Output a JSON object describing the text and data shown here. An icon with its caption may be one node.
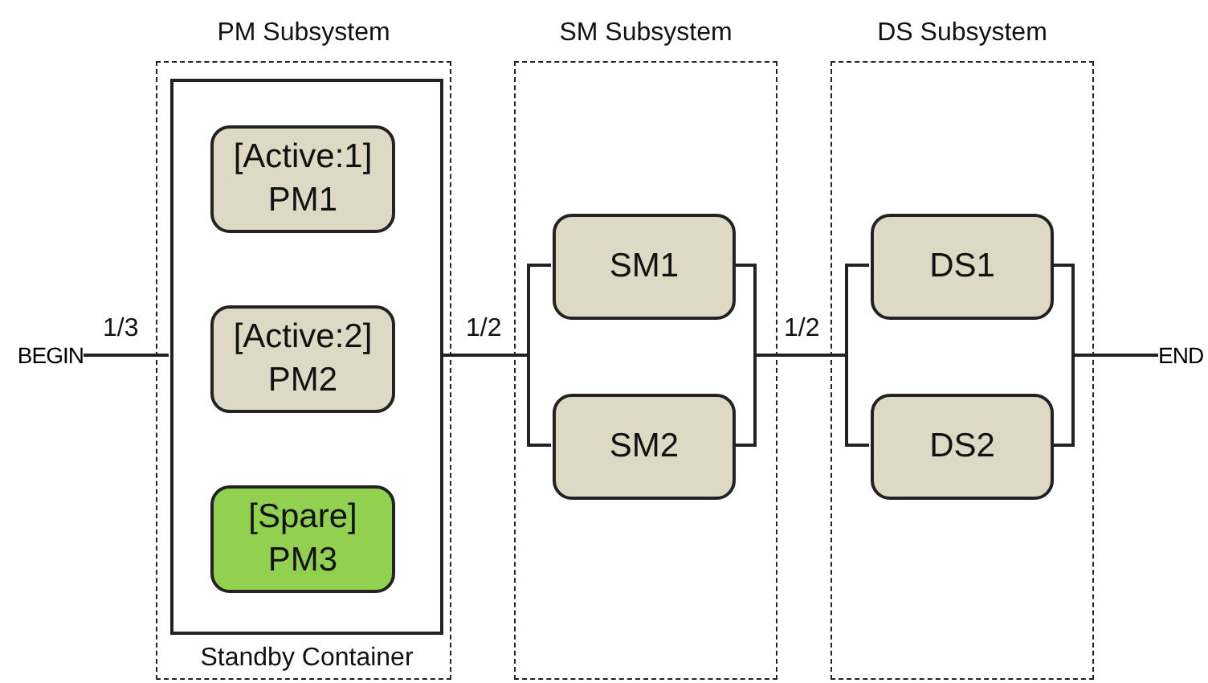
{
  "diagram": {
    "nodes": [
      {
        "text": [
          "BEGIN"
        ]
      },
      {
        "text": [
          "PM Subsystem"
        ]
      },
      {
        "text": [
          "Standby Container"
        ],
        "in": 1
      },
      {
        "text": [
          "[Active:1] PM1"
        ],
        "in": 2
      },
      {
        "text": [
          "[Active:2] PM2"
        ],
        "in": 2
      },
      {
        "text": [
          "[Spare] PM3"
        ],
        "in": 2
      },
      {
        "text": [
          "SM Subsystem"
        ]
      },
      {
        "text": [
          "SM1"
        ],
        "in": 6
      },
      {
        "text": [
          "SM2"
        ],
        "in": 6
      },
      {
        "text": [
          "DS Subsystem"
        ]
      },
      {
        "text": [
          "DS1"
        ],
        "in": 9
      },
      {
        "text": [
          "DS2"
        ],
        "in": 9
      },
      {
        "text": [
          "END"
        ]
      }
    ],
    "edges": [
      {
        "from": 0,
        "to": 2,
        "arrow": "none"
      },
      {
        "from": 2,
        "to": 7,
        "arrow": "none"
      },
      {
        "from": 2,
        "to": 8,
        "arrow": "none"
      },
      {
        "from": 7,
        "to": 10,
        "arrow": "none"
      },
      {
        "from": 7,
        "to": 11,
        "arrow": "none"
      },
      {
        "from": 8,
        "to": 10,
        "arrow": "none"
      },
      {
        "from": 8,
        "to": 11,
        "arrow": "none"
      },
      {
        "from": 10,
        "to": 12,
        "arrow": "none"
      },
      {
        "from": 11,
        "to": 12,
        "arrow": "none"
      }
    ],
    "labels": [
      "1/3",
      "1/2",
      "1/2"
    ]
  }
}
